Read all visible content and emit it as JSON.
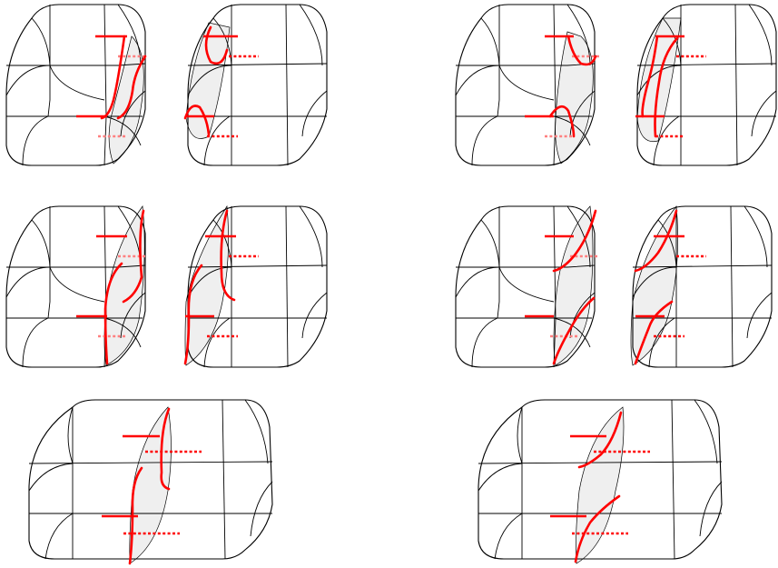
{
  "figure": {
    "background": "#ffffff",
    "outline_color": "#000000",
    "shaded_face_color": "#efefef",
    "strand_color": "#ff0000",
    "rows": [
      {
        "row": 1,
        "panels": [
          "cube-pair-left",
          "cube-pair-right"
        ]
      },
      {
        "row": 2,
        "panels": [
          "cube-pair-left",
          "cube-pair-right"
        ]
      },
      {
        "row": 3,
        "panels": [
          "wide-cube-left",
          "wide-cube-right"
        ]
      }
    ]
  }
}
